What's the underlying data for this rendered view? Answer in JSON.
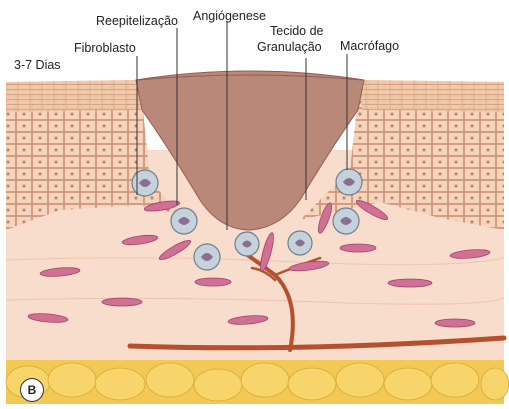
{
  "labels": {
    "time": "3-7 Dias",
    "fibroblast": "Fibroblasto",
    "reepithelialization": "Reepitelização",
    "angiogenesis": "Angiógenese",
    "granulation_line1": "Tecido de",
    "granulation_line2": "Granulação",
    "macrophage": "Macrófago"
  },
  "panel_badge": "B",
  "colors": {
    "scab": "#b88778",
    "epidermis": "#f3d1b6",
    "dermis": "#f7dccd",
    "fat": "#f5cf5f",
    "vessel": "#b5502f",
    "fibroblast": "#cc6a8c",
    "macrophage": "#bfcdd8"
  }
}
